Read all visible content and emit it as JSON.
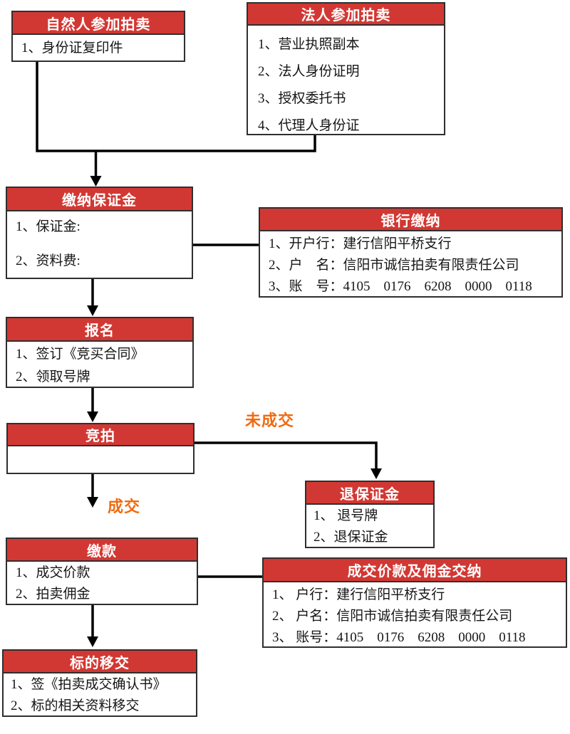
{
  "colors": {
    "header_red": "#d23833",
    "accent_orange": "#f06a10",
    "line_black": "#000000"
  },
  "boxes": {
    "natural_person": {
      "title": "自然人参加拍卖",
      "items": [
        "1、身份证复印件"
      ]
    },
    "legal_person": {
      "title": "法人参加拍卖",
      "items": [
        "1、营业执照副本",
        "2、法人身份证明",
        "3、授权委托书",
        "4、代理人身份证"
      ]
    },
    "deposit": {
      "title": "缴纳保证金",
      "items": [
        "1、保证金:",
        "2、资料费:"
      ]
    },
    "bank": {
      "title": "银行缴纳",
      "items": [
        "1、开户行：建行信阳平桥支行",
        "2、户　名：信阳市诚信拍卖有限责任公司",
        "3、账　号：4105    0176    6208    0000    0118"
      ]
    },
    "signup": {
      "title": "报名",
      "items": [
        "1、签订《竞买合同》",
        "2、领取号牌"
      ]
    },
    "bidding": {
      "title": "竞拍",
      "items": []
    },
    "refund": {
      "title": "退保证金",
      "items": [
        "1、 退号牌",
        "2、退保证金"
      ]
    },
    "payment": {
      "title": "缴款",
      "items": [
        "1、成交价款",
        "2、拍卖佣金"
      ]
    },
    "commission": {
      "title": "成交价款及佣金交纳",
      "items": [
        "1、 户行：建行信阳平桥支行",
        "2、 户名：信阳市诚信拍卖有限责任公司",
        "3、 账号：4105    0176    6208    0000    0118"
      ]
    },
    "transfer": {
      "title": "标的移交",
      "items": [
        "1、签《拍卖成交确认书》",
        "2、标的相关资料移交"
      ]
    }
  },
  "labels": {
    "no_deal": "未成交",
    "deal": "成交"
  }
}
